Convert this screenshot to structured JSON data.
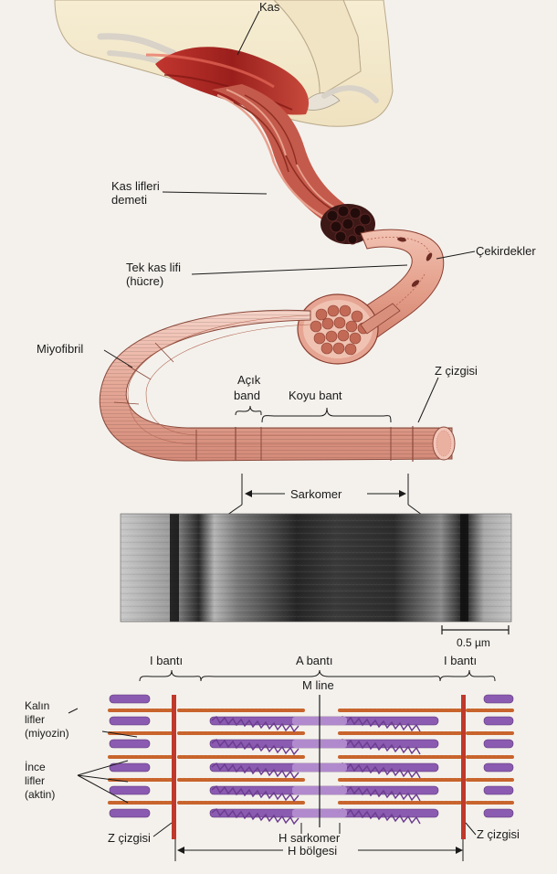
{
  "figure": {
    "labels": {
      "kas": "Kas",
      "kas_lifleri_line1": "Kas lifleri",
      "kas_lifleri_line2": "demeti",
      "cekirdekler": "Çekirdekler",
      "tek_kas_lifi_line1": "Tek kas lifi",
      "tek_kas_lifi_line2": "(hücre)",
      "miyofibril": "Miyofibril",
      "acik_band_line1": "Açık",
      "acik_band_line2": "band",
      "koyu_bant": "Koyu bant",
      "z_cizgisi_top": "Z çizgisi",
      "sarkomer": "Sarkomer",
      "scale_bar": "0.5 µm"
    },
    "schematic": {
      "i_banti_left": "I bantı",
      "a_banti": "A bantı",
      "i_banti_right": "I bantı",
      "m_line": "M line",
      "kalin_line1": "Kalın",
      "kalin_line2": "lifler",
      "kalin_line3": "(miyozin)",
      "ince_line1": "İnce",
      "ince_line2": "lifler",
      "ince_line3": "(aktin)",
      "z_cizgisi_left": "Z çizgisi",
      "h_sarkomer": "H sarkomer",
      "z_cizgisi_right": "Z çizgisi",
      "h_bolgesi": "H bölgesi"
    },
    "colors": {
      "muscle_red": "#b8342c",
      "fiber_pink": "#e8a692",
      "myosin_purple": "#8a5bb0",
      "actin_orange": "#c8642c",
      "z_line": "#c0392b"
    }
  }
}
